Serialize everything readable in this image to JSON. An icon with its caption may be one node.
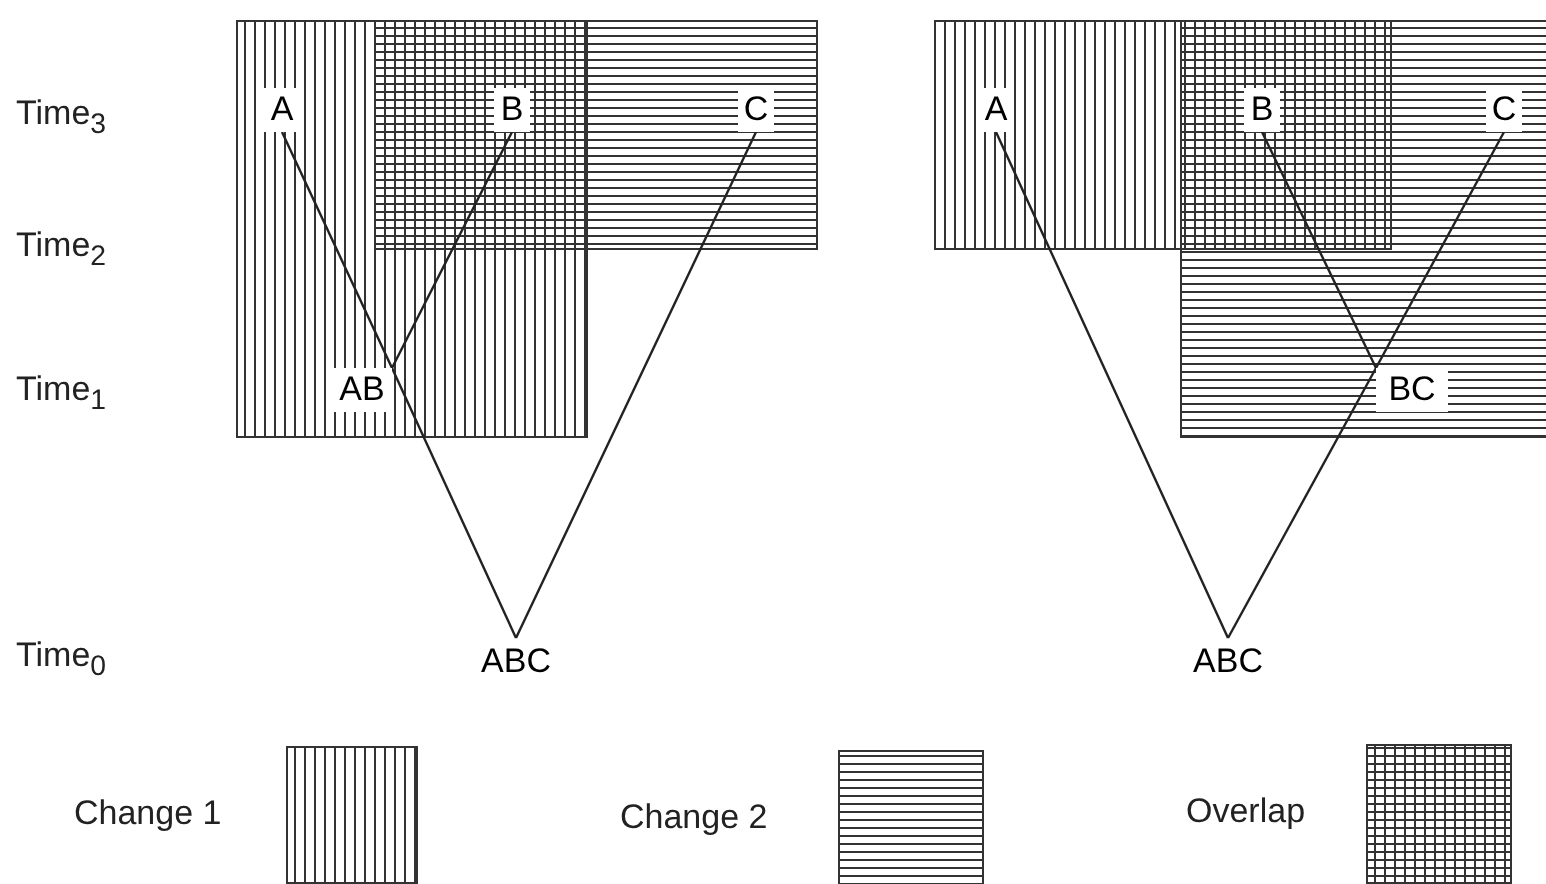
{
  "diagram": {
    "nodes": [
      {
        "text": [
          "A"
        ]
      },
      {
        "text": [
          "B"
        ]
      },
      {
        "text": [
          "C"
        ]
      },
      {
        "text": [
          "AB"
        ]
      },
      {
        "text": [
          "ABC"
        ]
      },
      {
        "text": [
          "A"
        ]
      },
      {
        "text": [
          "B"
        ]
      },
      {
        "text": [
          "C"
        ]
      },
      {
        "text": [
          "BC"
        ]
      },
      {
        "text": [
          "ABC"
        ]
      }
    ],
    "edges": [
      {
        "from": 4,
        "to": 3,
        "arrow": "none"
      },
      {
        "from": 3,
        "to": 0,
        "arrow": "none"
      },
      {
        "from": 3,
        "to": 1,
        "arrow": "none"
      },
      {
        "from": 4,
        "to": 2,
        "arrow": "none"
      },
      {
        "from": 9,
        "to": 5,
        "arrow": "none"
      },
      {
        "from": 9,
        "to": 8,
        "arrow": "none"
      },
      {
        "from": 8,
        "to": 6,
        "arrow": "none"
      },
      {
        "from": 8,
        "to": 7,
        "arrow": "none"
      }
    ],
    "labels": [
      "Time$_{3}$",
      "Time$_{2}$",
      "Time$_{1}$",
      "Time$_{0}$"
    ],
    "legend": [
      {
        "text": "Change 1"
      },
      {
        "text": "Change 2"
      },
      {
        "text": "Overlap"
      }
    ]
  }
}
